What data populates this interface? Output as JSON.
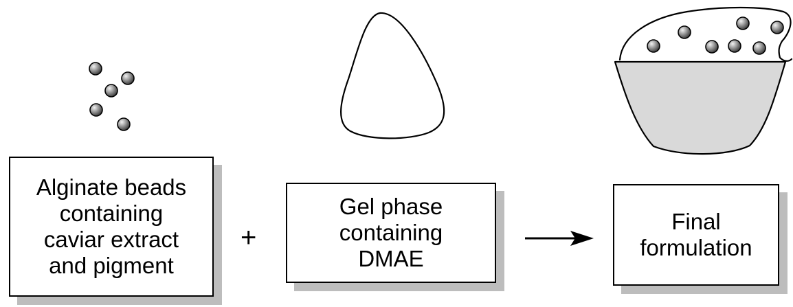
{
  "diagram": {
    "colors": {
      "stroke": "#000000",
      "shadow": "#bdbdbd",
      "bowl_fill": "#d9d9d9",
      "bead_dark": "#2e2e2e",
      "bead_light": "#f2f2f2"
    },
    "boxes": {
      "beads": {
        "lines": [
          "Alginate beads",
          "containing",
          "caviar extract",
          "and pigment"
        ]
      },
      "gel": {
        "lines": [
          "Gel phase",
          "containing",
          "DMAE"
        ]
      },
      "final": {
        "lines": [
          "Final",
          "formulation"
        ]
      }
    },
    "operator": "+",
    "icons": {
      "beads": "beads-cluster-icon",
      "gel": "gel-blob-icon",
      "bowl": "filled-bowl-icon",
      "arrow": "right-arrow-icon"
    }
  }
}
